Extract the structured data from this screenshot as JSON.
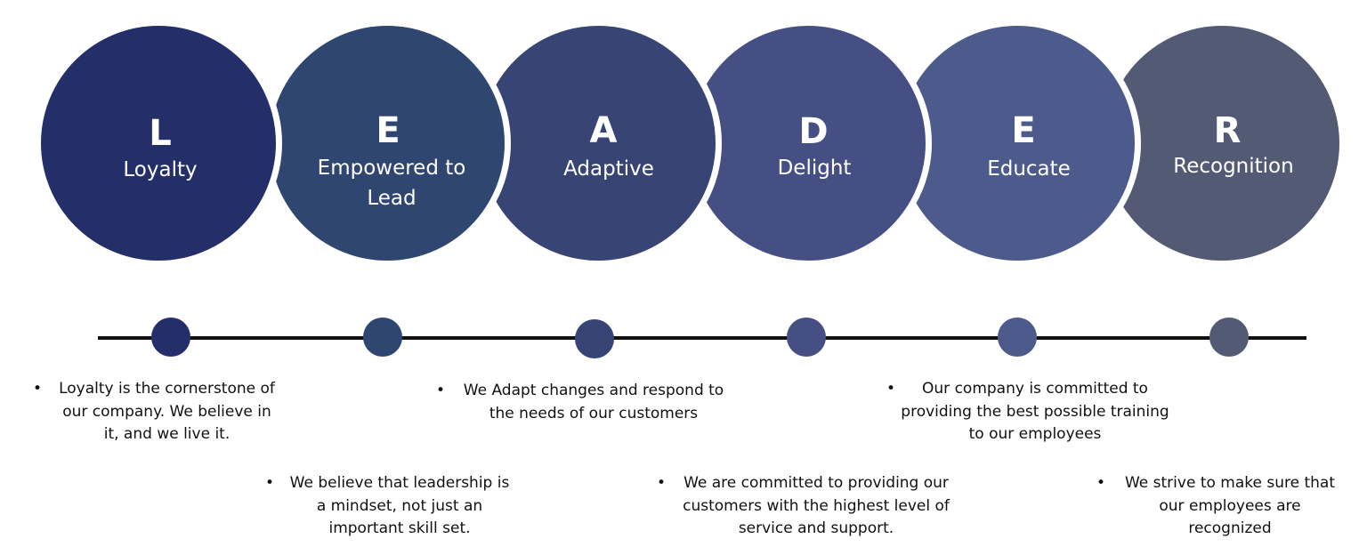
{
  "colors": {
    "loyalty": "#242f69",
    "empowered": "#2f4670",
    "adaptive": "#374474",
    "delight": "#454f84",
    "educate": "#4d5a8c",
    "recognition": "#535a74",
    "line": "#111111"
  },
  "steps": [
    {
      "letter": "L",
      "word": "Loyalty",
      "description": "Loyalty is the cornerstone of our company. We believe in it, and we live it."
    },
    {
      "letter": "E",
      "word": "Empowered to Lead",
      "description": "We believe that leadership is a mindset, not just an important skill set."
    },
    {
      "letter": "A",
      "word": "Adaptive",
      "description": "We Adapt changes and respond to the needs of our customers"
    },
    {
      "letter": "D",
      "word": "Delight",
      "description": "We are committed to providing our customers with the highest level of service and support."
    },
    {
      "letter": "E",
      "word": "Educate",
      "description": "Our company is committed to providing the best possible training to our employees"
    },
    {
      "letter": "R",
      "word": "Recognition",
      "description": "We strive to make sure that our employees are recognized"
    }
  ],
  "bullet_glyph": "•"
}
